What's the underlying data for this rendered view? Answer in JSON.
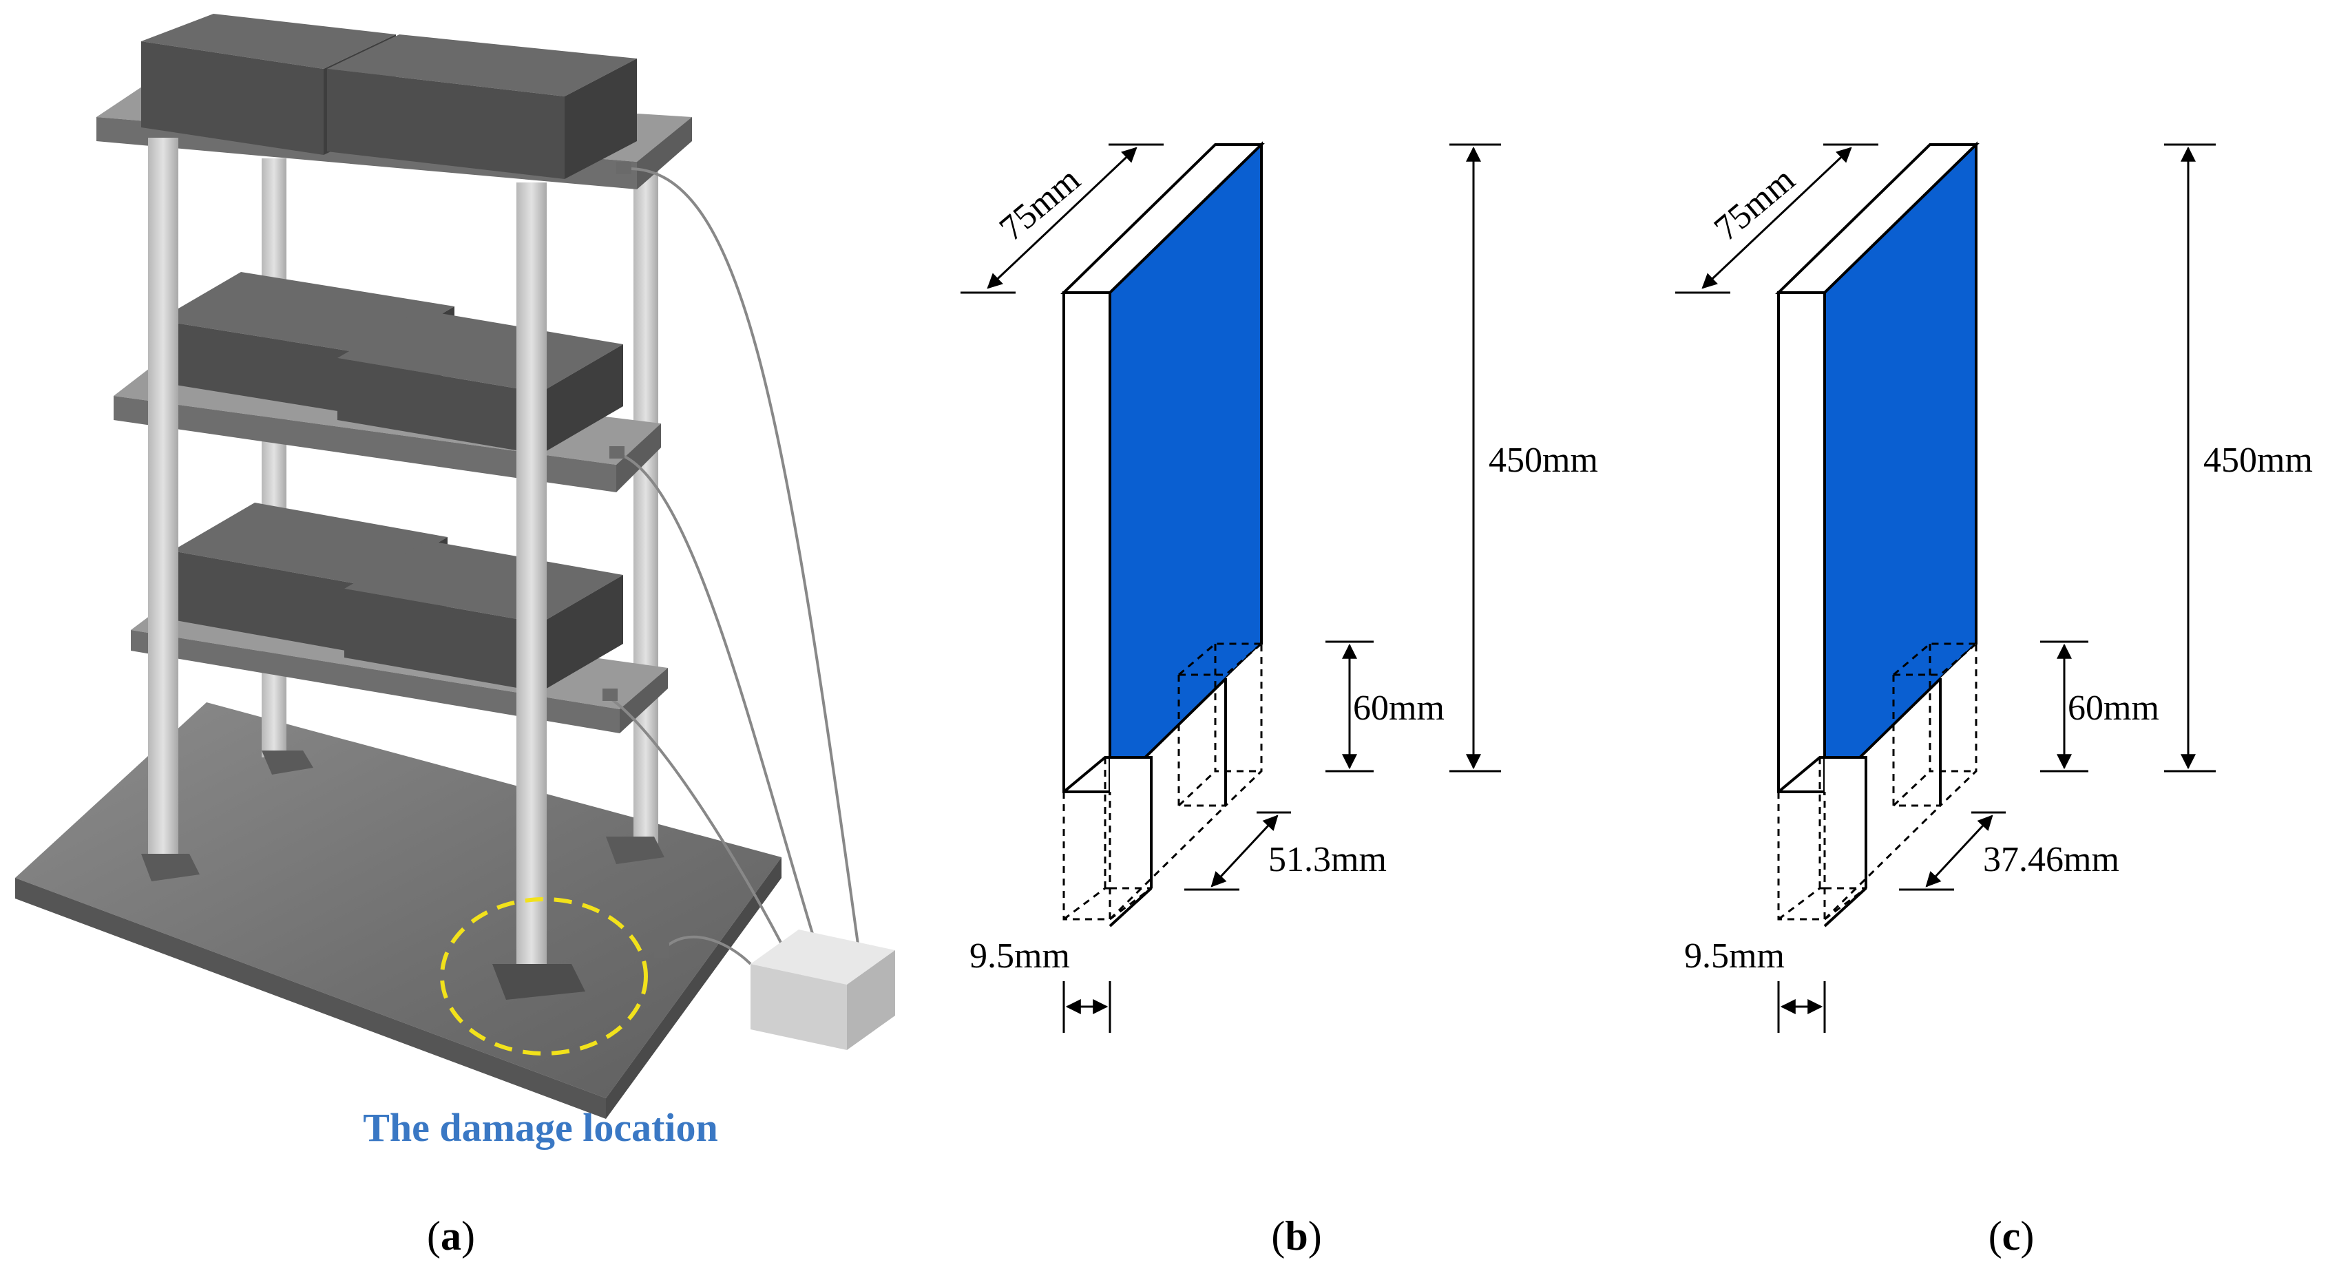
{
  "panel_a": {
    "damage_label": "The damage location",
    "caption": {
      "open": "(",
      "letter": "a",
      "close": ")"
    }
  },
  "panel_b": {
    "width_label": "75mm",
    "height_label": "450mm",
    "notch_height_label": "60mm",
    "notch_depth_label": "51.3mm",
    "thickness_label": "9.5mm",
    "caption": {
      "open": "(",
      "letter": "b",
      "close": ")"
    }
  },
  "panel_c": {
    "width_label": "75mm",
    "height_label": "450mm",
    "notch_height_label": "60mm",
    "notch_depth_label": "37.46mm",
    "thickness_label": "9.5mm",
    "caption": {
      "open": "(",
      "letter": "c",
      "close": ")"
    }
  },
  "colors": {
    "face_blue": "#0a5fd1",
    "dark_block": "#5a5a5a",
    "slab": "#8a8a8a",
    "base": "#7a7a7a",
    "column": "#cfcfcf",
    "damage_circle": "#f2e21b",
    "damage_text": "#3a78c4"
  }
}
